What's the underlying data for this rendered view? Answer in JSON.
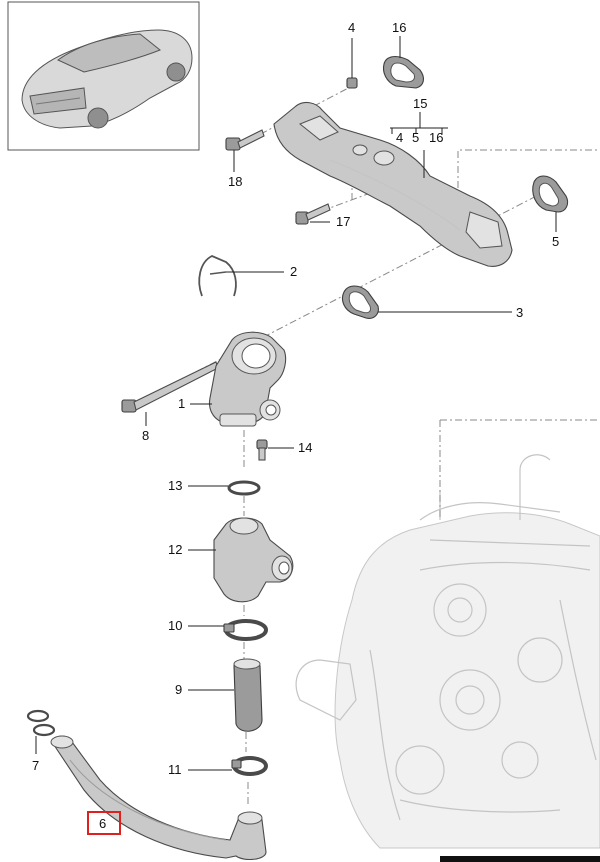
{
  "callouts": {
    "c1": "1",
    "c2": "2",
    "c3": "3",
    "c4": "4",
    "c5": "5",
    "c6": "6",
    "c7": "7",
    "c8": "8",
    "c9": "9",
    "c10": "10",
    "c11": "11",
    "c12": "12",
    "c13": "13",
    "c14": "14",
    "c15": "15",
    "c16": "16",
    "c17": "17",
    "c18": "18"
  },
  "sub15": {
    "a": "4",
    "b": "5",
    "c": "16"
  },
  "highlight": {
    "callout": "6",
    "color": "#e0201c"
  },
  "colors": {
    "part": "#c9c9c9",
    "outline": "#4a4a4a",
    "ghost": "#c4c4c4"
  }
}
